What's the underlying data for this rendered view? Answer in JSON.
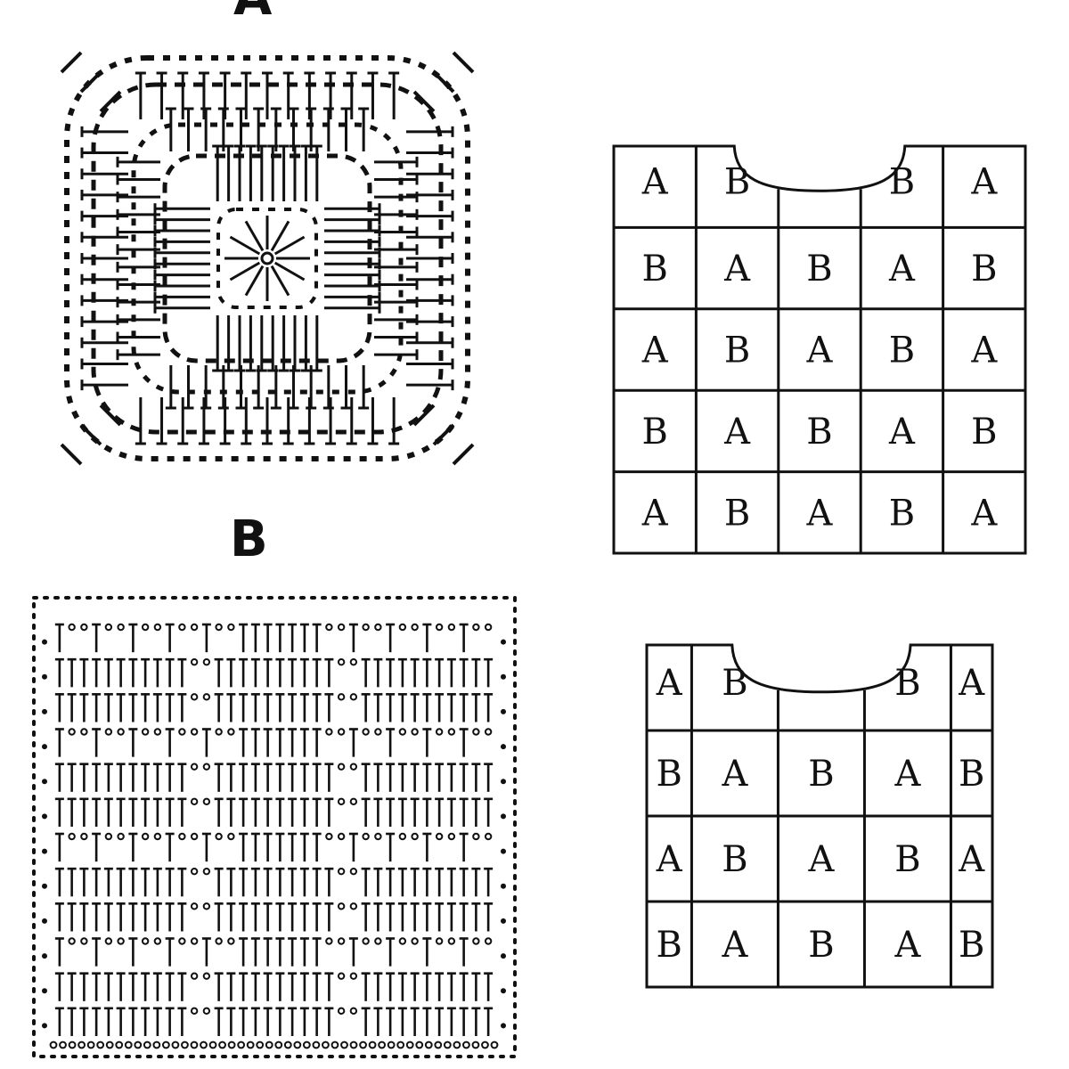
{
  "motifs": [
    {
      "label": "A",
      "shape": "rounded-square",
      "rounds": 7
    },
    {
      "label": "B",
      "shape": "square",
      "rows": 12
    }
  ],
  "layouts": [
    {
      "name": "layout-5x5",
      "columns": 5,
      "rows": [
        [
          "A",
          "B",
          "",
          "B",
          "A"
        ],
        [
          "B",
          "A",
          "B",
          "A",
          "B"
        ],
        [
          "A",
          "B",
          "A",
          "B",
          "A"
        ],
        [
          "B",
          "A",
          "B",
          "A",
          "B"
        ],
        [
          "A",
          "B",
          "A",
          "B",
          "A"
        ]
      ],
      "neckline": true
    },
    {
      "name": "layout-5x4",
      "columns": 5,
      "rows": [
        [
          "A",
          "B",
          "",
          "B",
          "A"
        ],
        [
          "B",
          "A",
          "B",
          "A",
          "B"
        ],
        [
          "A",
          "B",
          "A",
          "B",
          "A"
        ],
        [
          "B",
          "A",
          "B",
          "A",
          "B"
        ]
      ],
      "neckline": true
    }
  ],
  "colors": {
    "ink": "#111111",
    "paper": "#ffffff"
  }
}
